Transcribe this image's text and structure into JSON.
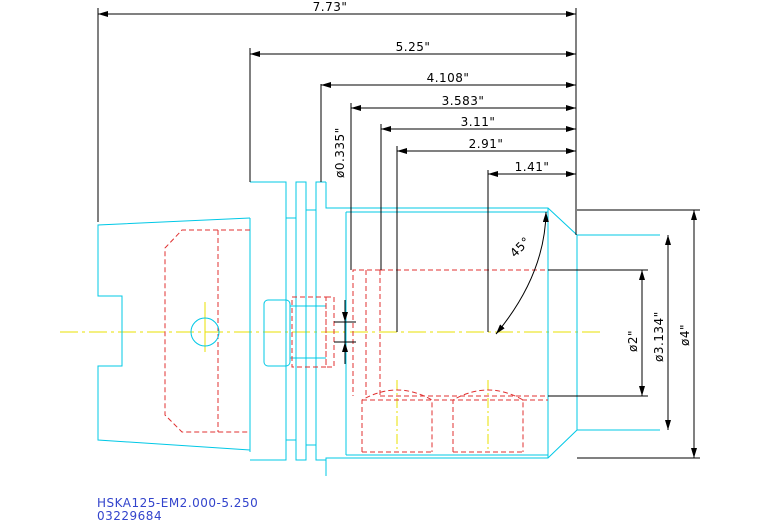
{
  "colors": {
    "outline": "#00c8e6",
    "hidden": "#e03030",
    "center": "#e8e000",
    "dimension": "#000000",
    "title_text": "#3344cc"
  },
  "dimensions": {
    "d1": "7.73\"",
    "d2": "5.25\"",
    "d3": "4.108\"",
    "d4": "3.583\"",
    "d5": "3.11\"",
    "d6": "2.91\"",
    "d7": "1.41\"",
    "d8": "ø0.335\"",
    "d9": "ø2\"",
    "d10": "ø3.134\"",
    "d11": "ø4\"",
    "angle": "45°"
  },
  "title_block": {
    "model": "HSKA125-EM2.000-5.250",
    "part_number": "03229684"
  }
}
